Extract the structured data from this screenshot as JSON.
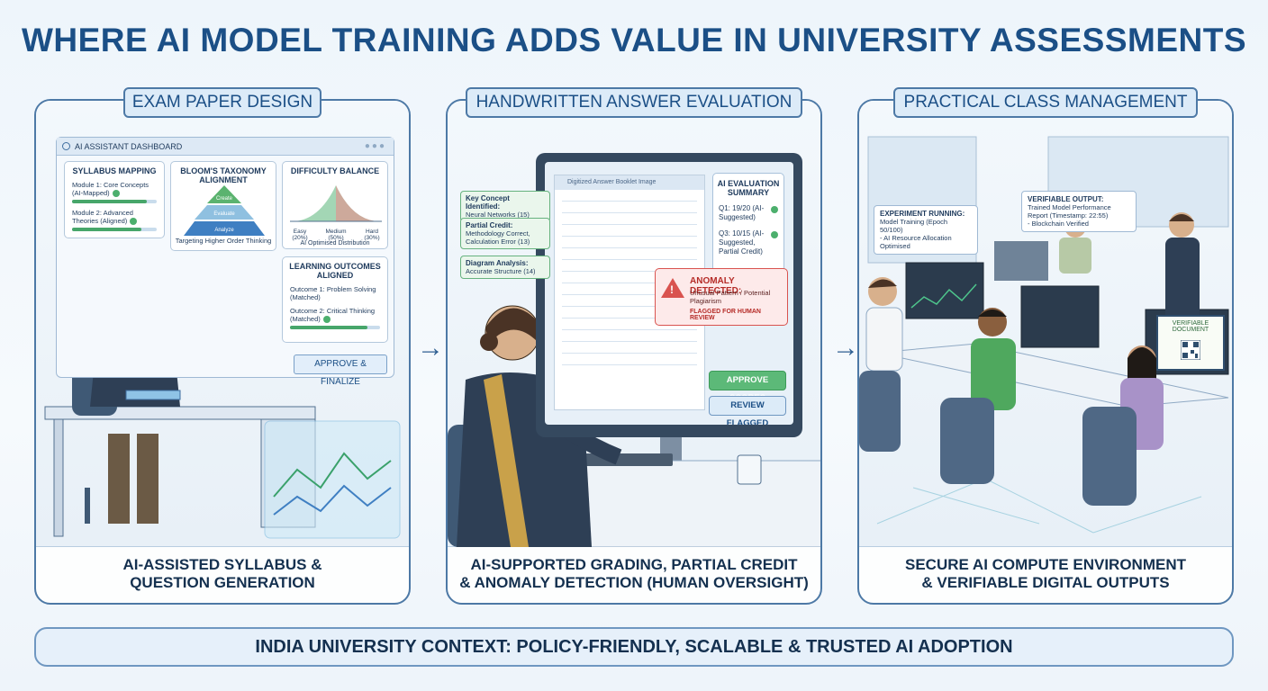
{
  "title": "WHERE AI MODEL TRAINING ADDS VALUE IN UNIVERSITY ASSESSMENTS",
  "panels": [
    {
      "tag": "EXAM PAPER DESIGN",
      "caption_line1": "AI-ASSISTED SYLLABUS &",
      "caption_line2": "QUESTION GENERATION",
      "dashboard": {
        "header": "AI ASSISTANT DASHBOARD",
        "syllabus": {
          "title": "SYLLABUS MAPPING",
          "item1": "Module 1: Core Concepts (AI-Mapped)",
          "item2": "Module 2: Advanced Theories (Aligned)"
        },
        "blooms": {
          "title": "BLOOM'S TAXONOMY ALIGNMENT",
          "levels": [
            "Create",
            "Evaluate",
            "Analyze"
          ],
          "note": "Targeting Higher Order Thinking"
        },
        "difficulty": {
          "title": "DIFFICULTY BALANCE",
          "labels": [
            "Easy (20%)",
            "Medium (50%)",
            "Hard (30%)"
          ],
          "note": "AI Optimised Distribution"
        },
        "outcomes": {
          "title": "LEARNING OUTCOMES ALIGNED",
          "item1": "Outcome 1: Problem Solving (Matched)",
          "item2": "Outcome 2: Critical Thinking (Matched)"
        },
        "approve_label": "APPROVE & FINALIZE"
      }
    },
    {
      "tag": "HANDWRITTEN ANSWER EVALUATION",
      "caption_line1": "AI-SUPPORTED GRADING, PARTIAL CREDIT",
      "caption_line2": "& ANOMALY DETECTION (HUMAN OVERSIGHT)",
      "doc_header": "Digitized Answer Booklet Image",
      "notes": [
        {
          "title": "Key Concept Identified:",
          "body": "Neural Networks (15)"
        },
        {
          "title": "Partial Credit:",
          "body": "Methodology Correct, Calculation Error (13)"
        },
        {
          "title": "Diagram Analysis:",
          "body": "Accurate Structure (14)"
        }
      ],
      "summary": {
        "title": "AI EVALUATION SUMMARY",
        "q1": "Q1: 19/20 (AI-Suggested)",
        "q3": "Q3: 10/15 (AI-Suggested, Partial Credit)"
      },
      "anomaly": {
        "title": "ANOMALY DETECTED:",
        "body": "Unusual Pattern / Potential Plagiarism",
        "flag": "FLAGGED FOR HUMAN REVIEW"
      },
      "approve_scores": "APPROVE SCORES",
      "review_flagged": "REVIEW FLAGGED"
    },
    {
      "tag": "PRACTICAL CLASS MANAGEMENT",
      "caption_line1": "SECURE AI COMPUTE ENVIRONMENT",
      "caption_line2": "& VERIFIABLE DIGITAL OUTPUTS",
      "experiment": {
        "title": "EXPERIMENT RUNNING:",
        "line1": "Model Training (Epoch 50/100)",
        "line2": "- AI Resource Allocation Optimised"
      },
      "verifiable": {
        "title": "VERIFIABLE OUTPUT:",
        "line1": "Trained Model Performance Report (Timestamp: 22:55)",
        "line2": "- Blockchain Verified"
      },
      "certificate": "VERIFIABLE DOCUMENT"
    }
  ],
  "footer": "INDIA UNIVERSITY CONTEXT: POLICY-FRIENDLY, SCALABLE & TRUSTED AI ADOPTION",
  "colors": {
    "accent": "#1b4f86",
    "border": "#4d79a6",
    "success": "#4caf6d",
    "alert": "#d9534f"
  }
}
